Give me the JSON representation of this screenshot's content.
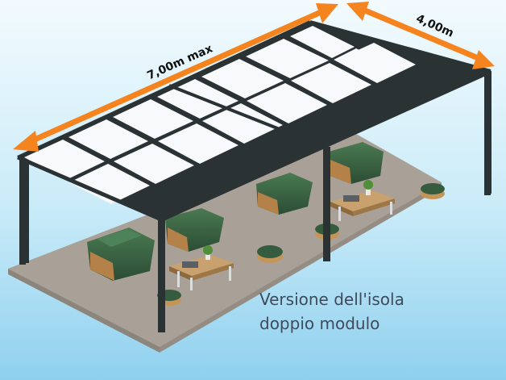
{
  "dimensions": {
    "length_label": "7,00m max",
    "width_label": "4,00m"
  },
  "caption": {
    "line1": "Versione dell'isola",
    "line2": "doppio modulo"
  },
  "colors": {
    "background_top": "#f3fbfe",
    "background_bottom": "#8fd0ef",
    "arrow": "#f5841f",
    "frame": "#2b3234",
    "panel": "#f7f9fa",
    "floor": "#a9a197",
    "furniture_green": "#355c3f",
    "wood": "#b48248"
  }
}
